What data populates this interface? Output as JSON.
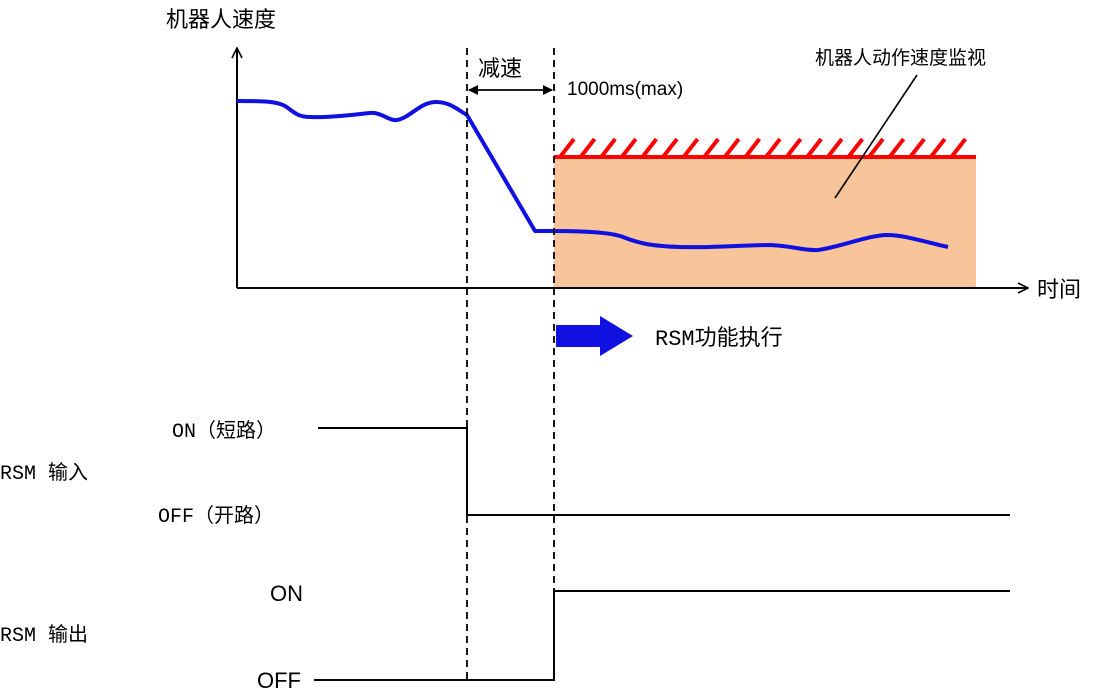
{
  "speed_chart": {
    "y_label": "机器人速度",
    "x_label": "时间",
    "decel_label": "减速",
    "decel_time_label": "1000ms(max)",
    "monitor_label": "机器人动作速度监视",
    "rsm_action_label": "RSM功能执行"
  },
  "rsm_input": {
    "label": "RSM 输入",
    "on_label": "ON（短路）",
    "off_label": "OFF（开路）"
  },
  "rsm_output": {
    "label": "RSM 输出",
    "on_label": "ON",
    "off_label": "OFF"
  },
  "colors": {
    "speed_line": "#1010e0",
    "monitor_fill": "#f8c49a",
    "limit_line": "#ff0000",
    "action_arrow": "#1010e0",
    "signal_line": "#000000"
  }
}
